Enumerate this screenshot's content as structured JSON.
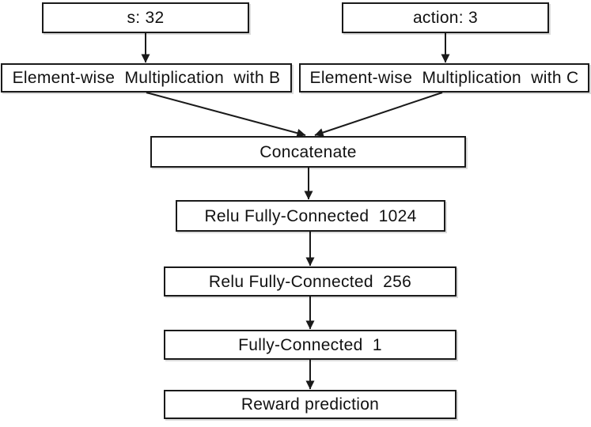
{
  "diagram": {
    "nodes": [
      {
        "id": "state-input",
        "label": "s: 32"
      },
      {
        "id": "action-input",
        "label": "action: 3"
      },
      {
        "id": "elementwise-mult-b",
        "label": "Element-wise  Multiplication  with B"
      },
      {
        "id": "elementwise-mult-c",
        "label": "Element-wise  Multiplication  with C"
      },
      {
        "id": "concatenate",
        "label": "Concatenate"
      },
      {
        "id": "relu-fc-1024",
        "label": "Relu Fully-Connected  1024"
      },
      {
        "id": "relu-fc-256",
        "label": "Relu Fully-Connected  256"
      },
      {
        "id": "fc-1",
        "label": "Fully-Connected  1"
      },
      {
        "id": "reward-prediction",
        "label": "Reward prediction"
      }
    ],
    "edges": [
      {
        "from": "state-input",
        "to": "elementwise-mult-b"
      },
      {
        "from": "action-input",
        "to": "elementwise-mult-c"
      },
      {
        "from": "elementwise-mult-b",
        "to": "concatenate"
      },
      {
        "from": "elementwise-mult-c",
        "to": "concatenate"
      },
      {
        "from": "concatenate",
        "to": "relu-fc-1024"
      },
      {
        "from": "relu-fc-1024",
        "to": "relu-fc-256"
      },
      {
        "from": "relu-fc-256",
        "to": "fc-1"
      },
      {
        "from": "fc-1",
        "to": "reward-prediction"
      }
    ],
    "colors": {
      "box_border": "#1a1a1a",
      "box_fill": "#ffffff",
      "arrow": "#1a1a1a",
      "background": "#ffffff"
    }
  }
}
